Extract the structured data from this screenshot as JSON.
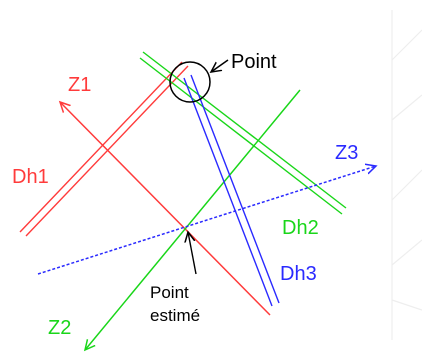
{
  "labels": {
    "point": "Point",
    "z1": "Z1",
    "z2": "Z2",
    "z3": "Z3",
    "dh1": "Dh1",
    "dh2": "Dh2",
    "dh3": "Dh3",
    "estimated_line1": "Point",
    "estimated_line2": "estimé"
  },
  "colors": {
    "z1": "#ff3b3b",
    "dh1": "#ff3b3b",
    "z2": "#19d619",
    "dh2": "#19d619",
    "z3": "#2a2aff",
    "dh3": "#2a2aff",
    "ink": "#000000",
    "ghost": "#eeeeee"
  }
}
